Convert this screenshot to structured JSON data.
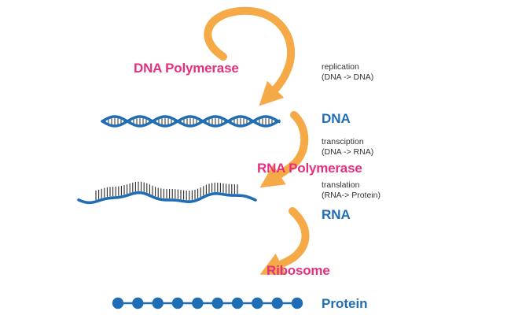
{
  "colors": {
    "arrow": "#f5a947",
    "strand": "#1f6db5",
    "enzyme_text": "#e6307f",
    "molecule_text": "#1f6db5",
    "note_text": "#333333"
  },
  "enzymes": {
    "dna_polymerase": "DNA Polymerase",
    "rna_polymerase": "RNA Polymerase",
    "ribosome": "Ribosome"
  },
  "molecules": {
    "dna": "DNA",
    "rna": "RNA",
    "protein": "Protein"
  },
  "processes": {
    "replication": {
      "name": "replication",
      "detail": "(DNA -> DNA)"
    },
    "transcription": {
      "name": "transciption",
      "detail": "(DNA -> RNA)"
    },
    "translation": {
      "name": "translation",
      "detail": "(RNA-> Protein)"
    }
  },
  "illustrations": {
    "dna": "double-helix",
    "rna": "single-strand-with-bases",
    "protein": "chain-of-beads",
    "protein_bead_count": 10
  }
}
